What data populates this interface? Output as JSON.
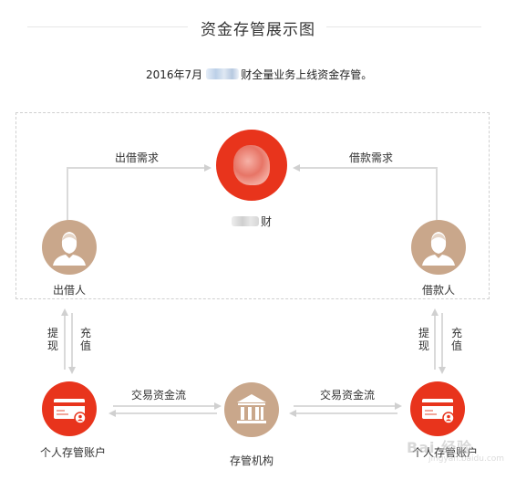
{
  "title": "资金存管展示图",
  "intro": {
    "prefix": "2016年7月",
    "suffix": "财全量业务上线资金存管。"
  },
  "nodes": {
    "center_label_suffix": "财",
    "lender": "出借人",
    "borrower": "借款人",
    "account_left": "个人存管账户",
    "account_right": "个人存管账户",
    "bank": "存管机构"
  },
  "edges": {
    "lend_demand": "出借需求",
    "borrow_demand": "借款需求",
    "withdraw_left": "提现",
    "deposit_left": "充值",
    "withdraw_right": "提现",
    "deposit_right": "充值",
    "flow_left": "交易资金流",
    "flow_right": "交易资金流"
  },
  "watermark": {
    "text": "Bai 经验",
    "sub": "jingyan.baidu.com"
  },
  "colors": {
    "accent_red": "#e8341c",
    "tan": "#c9a78b",
    "line": "#d9d9d9"
  },
  "icons": [
    "platform-logo",
    "person-icon",
    "bank-card-icon",
    "bank-building-icon"
  ]
}
